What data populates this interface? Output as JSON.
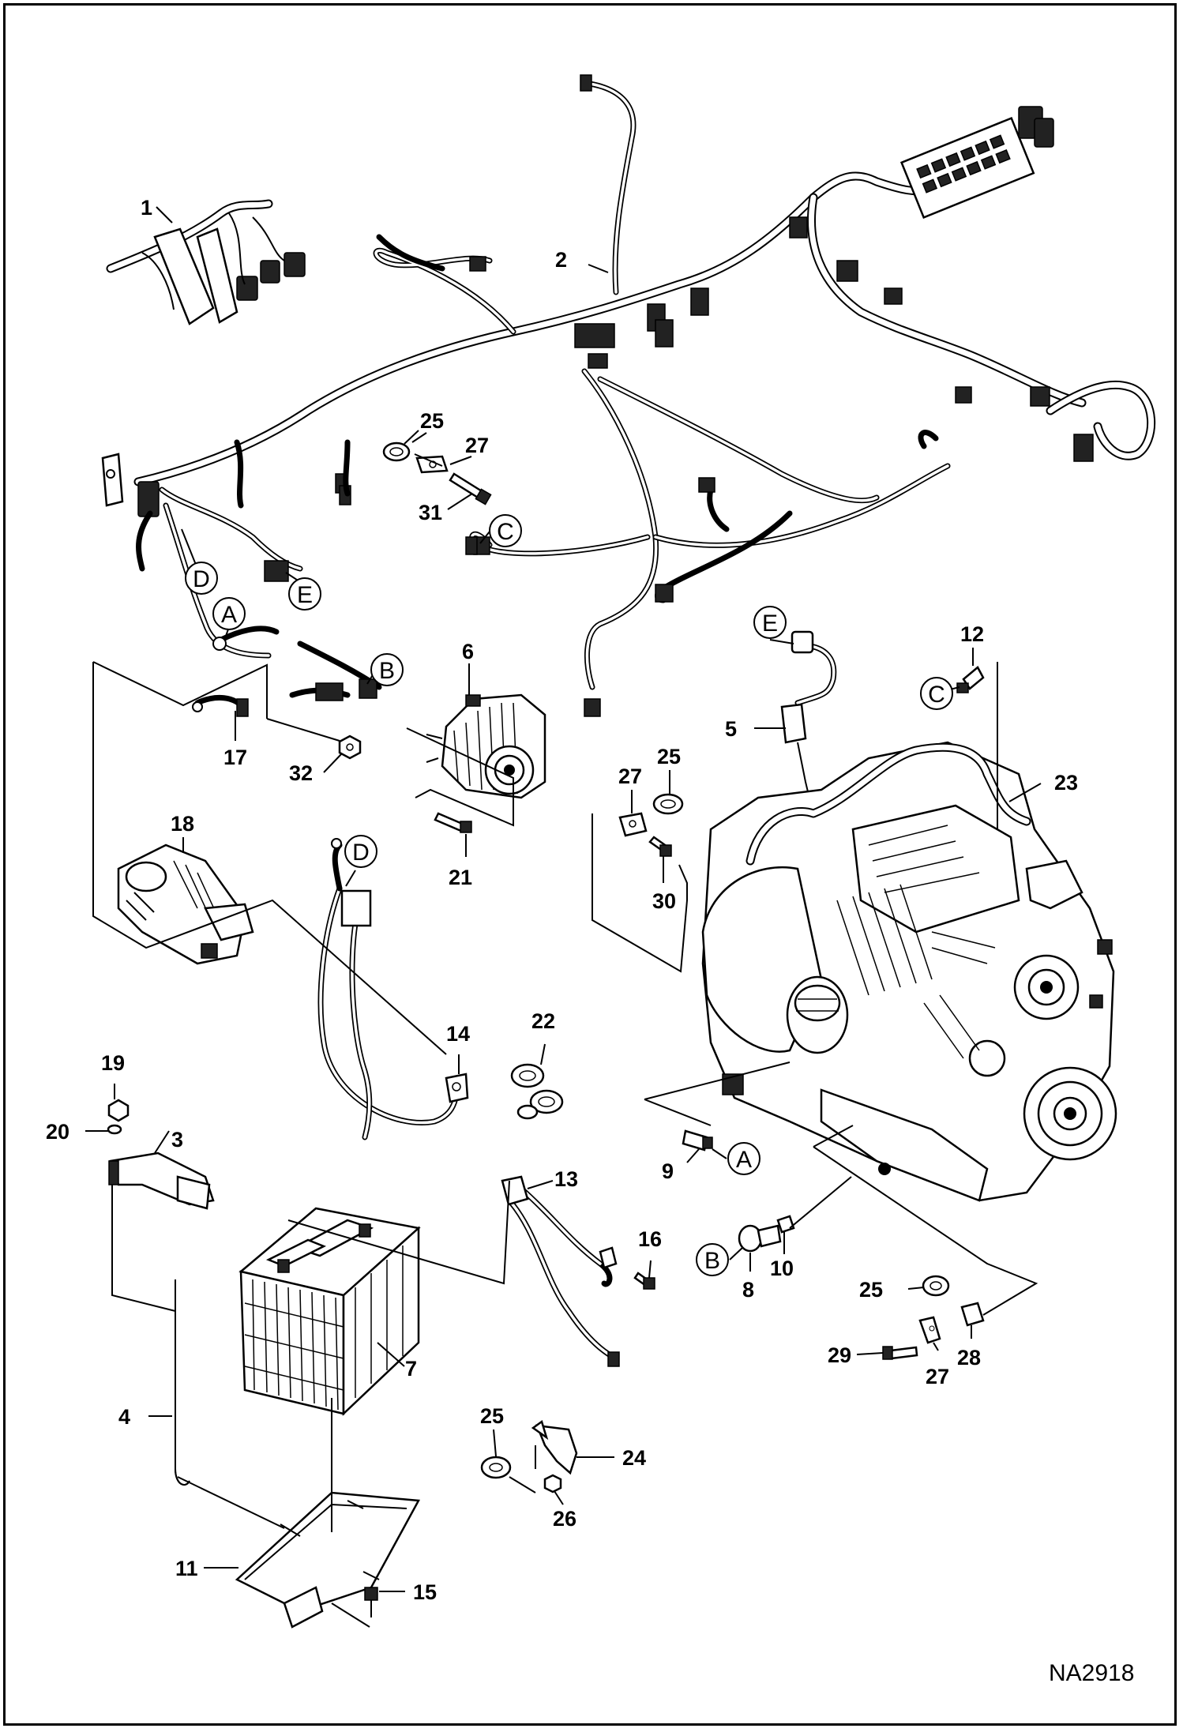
{
  "diagram": {
    "drawing_code": "NA2918",
    "part_callouts": [
      {
        "id": "p1",
        "label": "1"
      },
      {
        "id": "p2",
        "label": "2"
      },
      {
        "id": "p3",
        "label": "3"
      },
      {
        "id": "p4",
        "label": "4"
      },
      {
        "id": "p5",
        "label": "5"
      },
      {
        "id": "p6",
        "label": "6"
      },
      {
        "id": "p7",
        "label": "7"
      },
      {
        "id": "p8",
        "label": "8"
      },
      {
        "id": "p9",
        "label": "9"
      },
      {
        "id": "p10",
        "label": "10"
      },
      {
        "id": "p11",
        "label": "11"
      },
      {
        "id": "p12",
        "label": "12"
      },
      {
        "id": "p13",
        "label": "13"
      },
      {
        "id": "p14",
        "label": "14"
      },
      {
        "id": "p15",
        "label": "15"
      },
      {
        "id": "p16",
        "label": "16"
      },
      {
        "id": "p17",
        "label": "17"
      },
      {
        "id": "p18",
        "label": "18"
      },
      {
        "id": "p19",
        "label": "19"
      },
      {
        "id": "p20",
        "label": "20"
      },
      {
        "id": "p21",
        "label": "21"
      },
      {
        "id": "p22",
        "label": "22"
      },
      {
        "id": "p23",
        "label": "23"
      },
      {
        "id": "p24",
        "label": "24"
      },
      {
        "id": "p25a",
        "label": "25"
      },
      {
        "id": "p25b",
        "label": "25"
      },
      {
        "id": "p25c",
        "label": "25"
      },
      {
        "id": "p25d",
        "label": "25"
      },
      {
        "id": "p26",
        "label": "26"
      },
      {
        "id": "p27a",
        "label": "27"
      },
      {
        "id": "p27b",
        "label": "27"
      },
      {
        "id": "p27c",
        "label": "27"
      },
      {
        "id": "p28",
        "label": "28"
      },
      {
        "id": "p29",
        "label": "29"
      },
      {
        "id": "p30",
        "label": "30"
      },
      {
        "id": "p31",
        "label": "31"
      },
      {
        "id": "p32",
        "label": "32"
      }
    ],
    "connector_callouts": [
      {
        "id": "cC1",
        "label": "C"
      },
      {
        "id": "cD1",
        "label": "D"
      },
      {
        "id": "cE1",
        "label": "E"
      },
      {
        "id": "cA1",
        "label": "A"
      },
      {
        "id": "cB1",
        "label": "B"
      },
      {
        "id": "cE2",
        "label": "E"
      },
      {
        "id": "cC2",
        "label": "C"
      },
      {
        "id": "cD2",
        "label": "D"
      },
      {
        "id": "cA2",
        "label": "A"
      },
      {
        "id": "cB2",
        "label": "B"
      }
    ]
  }
}
